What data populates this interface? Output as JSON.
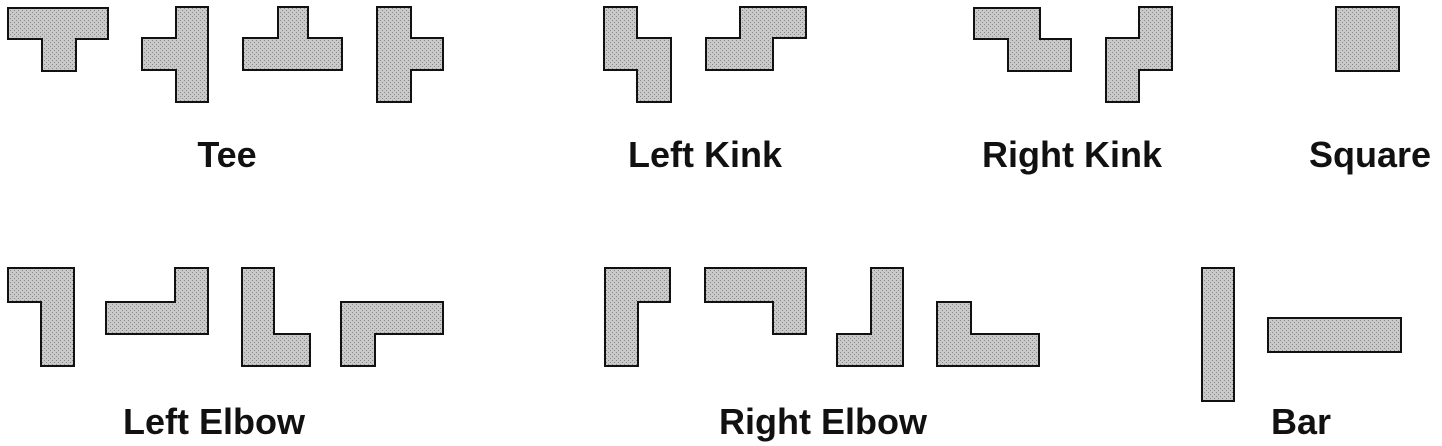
{
  "colors": {
    "background": "#ffffff",
    "outline": "#111111",
    "fill_base": "#c9c9c9",
    "fill_dot": "#8a8a8a"
  },
  "groups": [
    {
      "key": "tee",
      "label": "Tee",
      "piece_count": 4
    },
    {
      "key": "left_kink",
      "label": "Left Kink",
      "piece_count": 2
    },
    {
      "key": "right_kink",
      "label": "Right Kink",
      "piece_count": 2
    },
    {
      "key": "square",
      "label": "Square",
      "piece_count": 1
    },
    {
      "key": "left_elbow",
      "label": "Left Elbow",
      "piece_count": 4
    },
    {
      "key": "right_elbow",
      "label": "Right Elbow",
      "piece_count": 4
    },
    {
      "key": "bar",
      "label": "Bar",
      "piece_count": 2
    }
  ]
}
